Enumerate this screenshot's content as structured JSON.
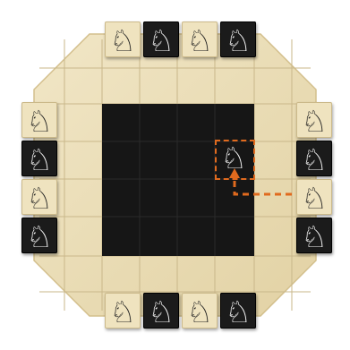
{
  "board": {
    "colors": {
      "wood_light": "#ede1bc",
      "wood_mid": "#e3d3a6",
      "wood_edge": "#d6c28f",
      "inner_dark": "#161616",
      "grid_line": "#c9b78a",
      "inner_grid_line": "#2a2a2a",
      "accent": "#e06a1e"
    },
    "piece_glyph": "♘",
    "pieces": [
      {
        "id": "top-1",
        "side": "top",
        "color": "light"
      },
      {
        "id": "top-2",
        "side": "top",
        "color": "dark"
      },
      {
        "id": "top-3",
        "side": "top",
        "color": "light"
      },
      {
        "id": "top-4",
        "side": "top",
        "color": "dark"
      },
      {
        "id": "left-1",
        "side": "left",
        "color": "light"
      },
      {
        "id": "left-2",
        "side": "left",
        "color": "dark"
      },
      {
        "id": "left-3",
        "side": "left",
        "color": "light"
      },
      {
        "id": "left-4",
        "side": "left",
        "color": "dark"
      },
      {
        "id": "right-1",
        "side": "right",
        "color": "light"
      },
      {
        "id": "right-2",
        "side": "right",
        "color": "dark"
      },
      {
        "id": "right-3",
        "side": "right",
        "color": "light"
      },
      {
        "id": "right-4",
        "side": "right",
        "color": "dark"
      },
      {
        "id": "bottom-1",
        "side": "bottom",
        "color": "light"
      },
      {
        "id": "bottom-2",
        "side": "bottom",
        "color": "dark"
      },
      {
        "id": "bottom-3",
        "side": "bottom",
        "color": "light"
      },
      {
        "id": "bottom-4",
        "side": "bottom",
        "color": "dark"
      },
      {
        "id": "center-knight",
        "side": "center",
        "color": "light"
      }
    ],
    "move": {
      "from": "right-3",
      "to": "center-knight",
      "style": "dashed-arrow"
    }
  }
}
